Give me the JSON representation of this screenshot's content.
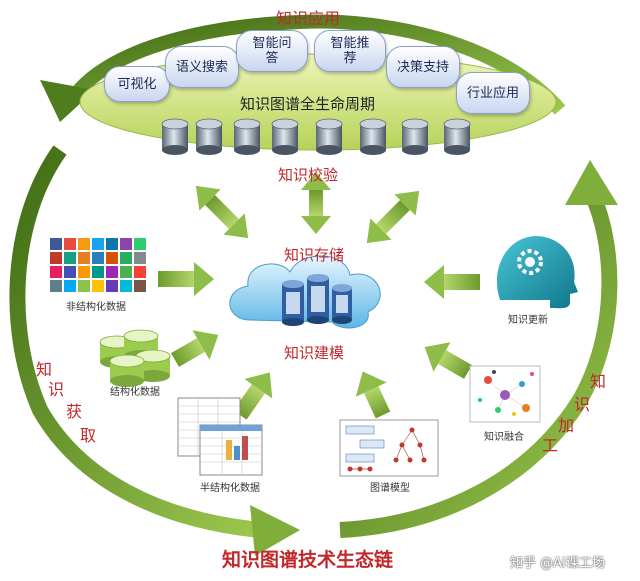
{
  "top_title": "知识应用",
  "applications": [
    "可视化",
    "语义搜索",
    "智能问\n答",
    "智能推\n荐",
    "决策支持",
    "行业应用"
  ],
  "lifecycle_label": "知识图谱全生命周期",
  "validation_label": "知识校验",
  "storage_label": "知识存储",
  "modeling_label": "知识建模",
  "sources": {
    "unstructured": "非结构化数据",
    "structured": "结构化数据",
    "semi_structured": "半结构化数据",
    "graph_model": "图谱模型",
    "fusion": "知识融合",
    "update": "知识更新"
  },
  "acquire_chars": [
    "知",
    "识",
    "获",
    "取"
  ],
  "process_chars": [
    "知",
    "识",
    "加",
    "工"
  ],
  "bottom_title": "知识图谱技术生态链",
  "watermark": "知乎 @AI课工场",
  "colors": {
    "arrow_dark": "#4f7d1e",
    "arrow_light": "#9cc84f",
    "title_red": "#c0282c",
    "ellipse": "#d7e88a"
  }
}
